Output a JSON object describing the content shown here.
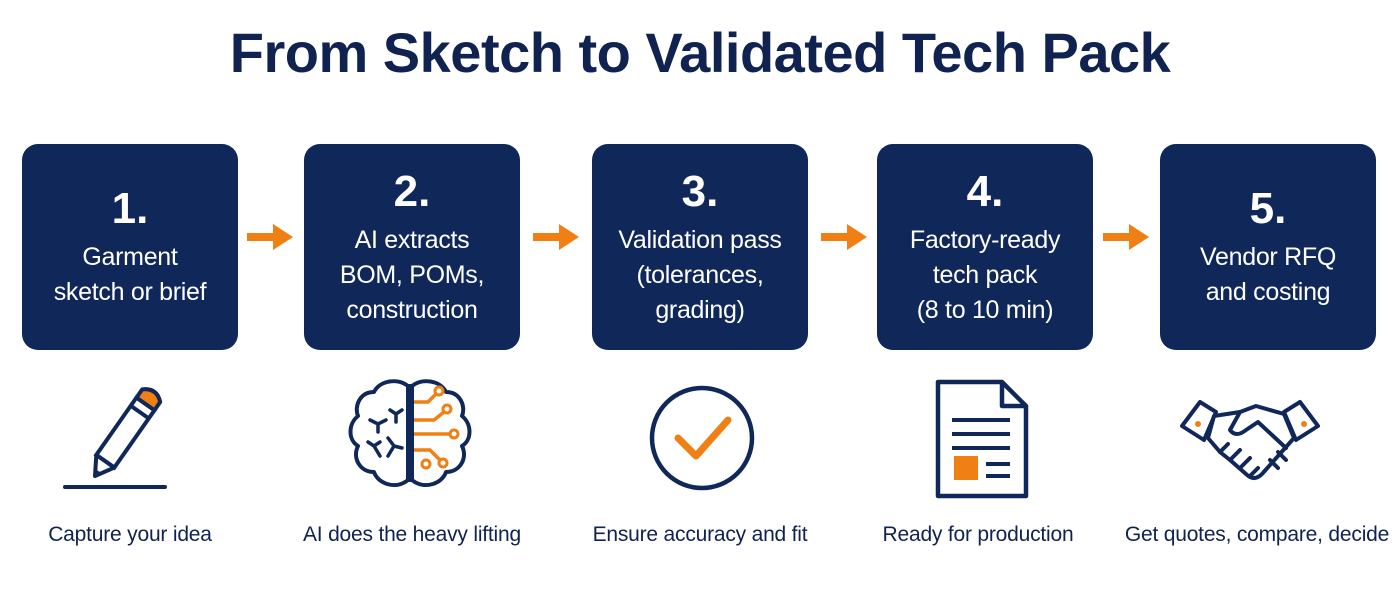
{
  "title": "From Sketch to Validated Tech Pack",
  "colors": {
    "navy": "#10275a",
    "accent": "#f07f14",
    "text": "#0f2250"
  },
  "steps": [
    {
      "number": "1.",
      "lines": [
        "Garment",
        "sketch or brief"
      ],
      "icon": "pencil-icon",
      "caption": "Capture your idea"
    },
    {
      "number": "2.",
      "lines": [
        "AI extracts",
        "BOM, POMs,",
        "construction"
      ],
      "icon": "brain-circuit-icon",
      "caption": "AI does the heavy lifting"
    },
    {
      "number": "3.",
      "lines": [
        "Validation pass",
        "(tolerances,",
        "grading)"
      ],
      "icon": "checkmark-circle-icon",
      "caption": "Ensure accuracy and fit"
    },
    {
      "number": "4.",
      "lines": [
        "Factory-ready",
        "tech pack",
        "(8 to 10 min)"
      ],
      "icon": "document-icon",
      "caption": "Ready for production"
    },
    {
      "number": "5.",
      "lines": [
        "Vendor RFQ",
        "and costing"
      ],
      "icon": "handshake-icon",
      "caption": "Get quotes, compare, decide"
    }
  ]
}
